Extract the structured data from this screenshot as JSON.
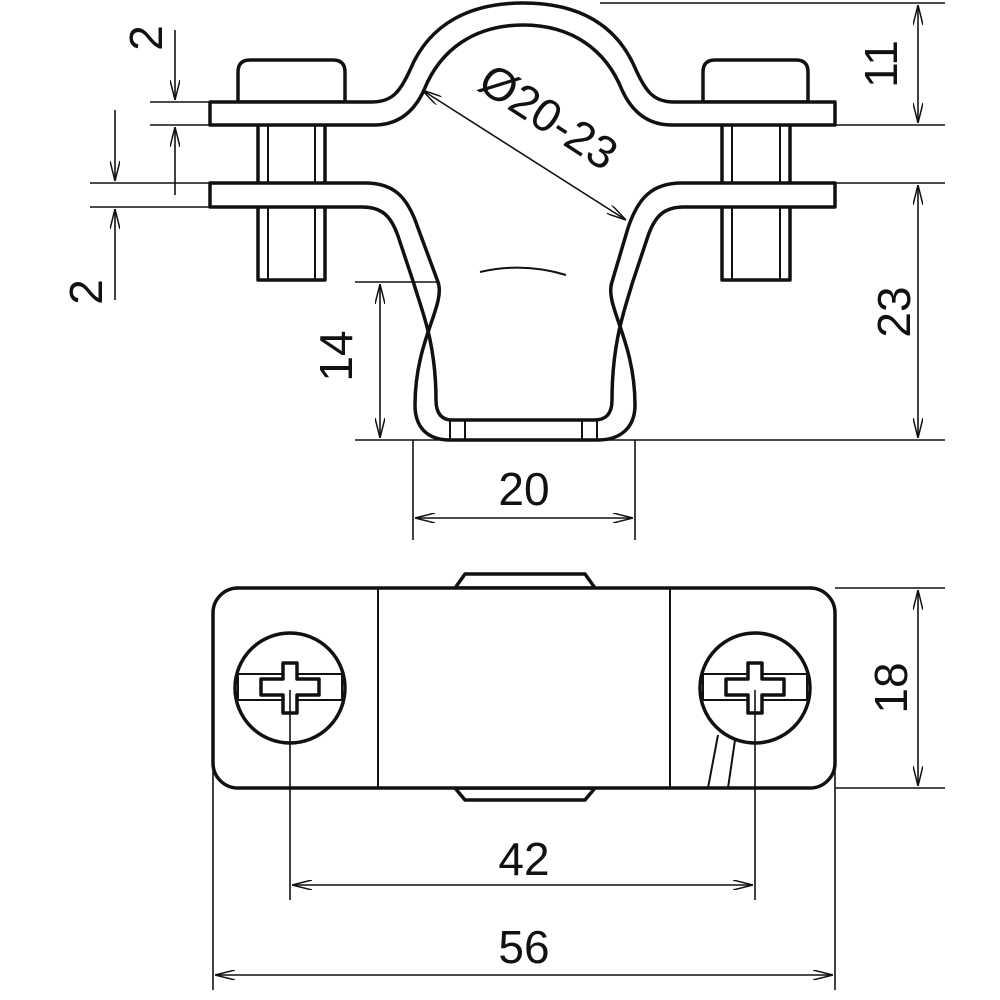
{
  "drawing": {
    "top_view": {
      "dim_plate_thickness_upper": "2",
      "dim_plate_thickness_lower": "2",
      "dim_arch_height": "11",
      "dim_diameter_range": "Ø20-23",
      "dim_lower_height": "23",
      "dim_u_height": "14",
      "dim_u_width": "20"
    },
    "plan_view": {
      "dim_width": "18",
      "dim_bolt_spacing": "42",
      "dim_overall_length": "56"
    }
  }
}
